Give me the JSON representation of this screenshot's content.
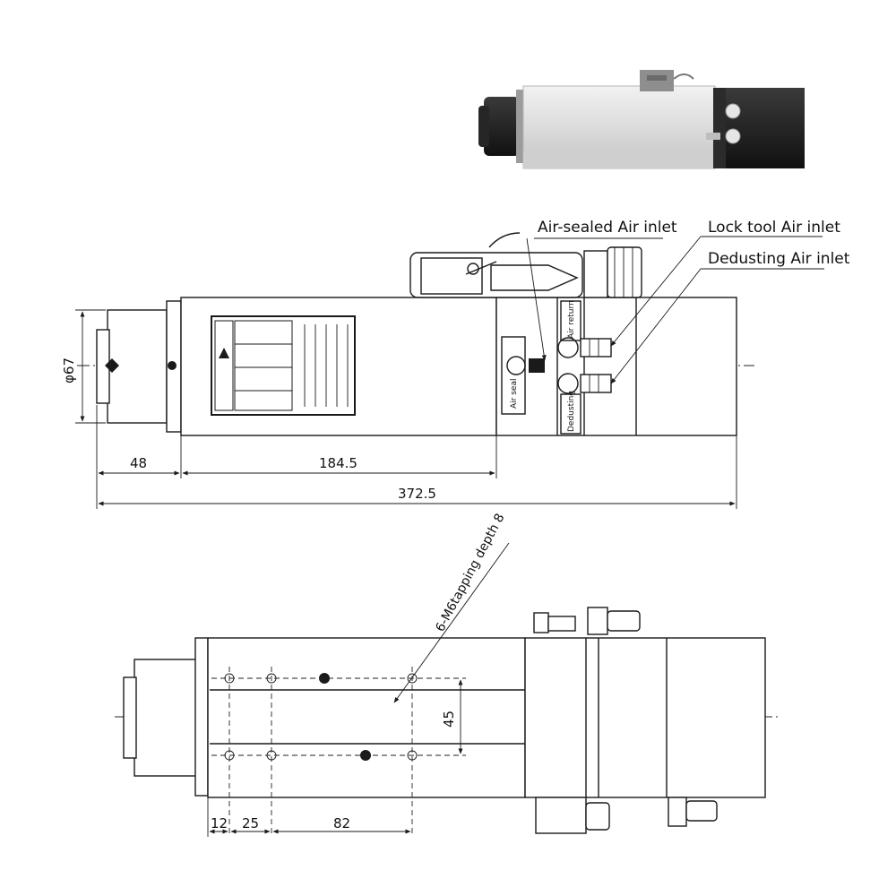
{
  "photo": {
    "icon": "spindle-photo-icon"
  },
  "callouts": {
    "air_sealed": "Air-sealed Air inlet",
    "lock_tool": "Lock tool Air inlet",
    "dedusting": "Dedusting Air inlet"
  },
  "side_labels": {
    "air_seal": "Air seal",
    "air_return": "Air return",
    "dedusting": "Dedusting"
  },
  "dimensions_side": {
    "diameter": "φ67",
    "d1": "48",
    "d2": "184.5",
    "total": "372.5"
  },
  "dimensions_bottom": {
    "tapping": "6-M6tapping depth 8",
    "spacing": "45",
    "d1": "12",
    "d2": "25",
    "d3": "82"
  },
  "colors": {
    "line": "#1a1a1a",
    "photo_body": "#d9d9d9",
    "photo_dark": "#1e1e1e"
  }
}
